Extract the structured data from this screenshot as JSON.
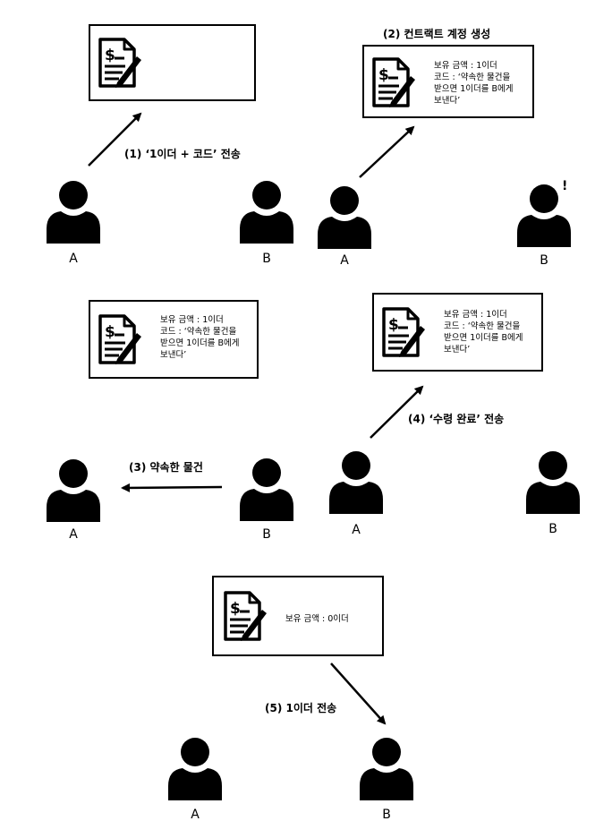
{
  "persons": {
    "a": "A",
    "b": "B"
  },
  "steps": {
    "s1": "(1) ‘1이더 + 코드’ 전송",
    "s2": "(2) 컨트랙트 계정 생성",
    "s3": "(3) 약속한 물건",
    "s4": "(4) ‘수령 완료’ 전송",
    "s5": "(5) 1이더 전송"
  },
  "contract": {
    "balance": "보유 금액 : 1이더",
    "code_line1": "코드 : ‘약속한 물건을",
    "code_line2": "받으면 1이더를 B에게",
    "code_line3": "보낸다’",
    "balance_final": "보유 금액 : 0이더"
  },
  "b_alert": "!",
  "icons": {
    "contract": "contract-document-icon",
    "person": "person-icon"
  }
}
